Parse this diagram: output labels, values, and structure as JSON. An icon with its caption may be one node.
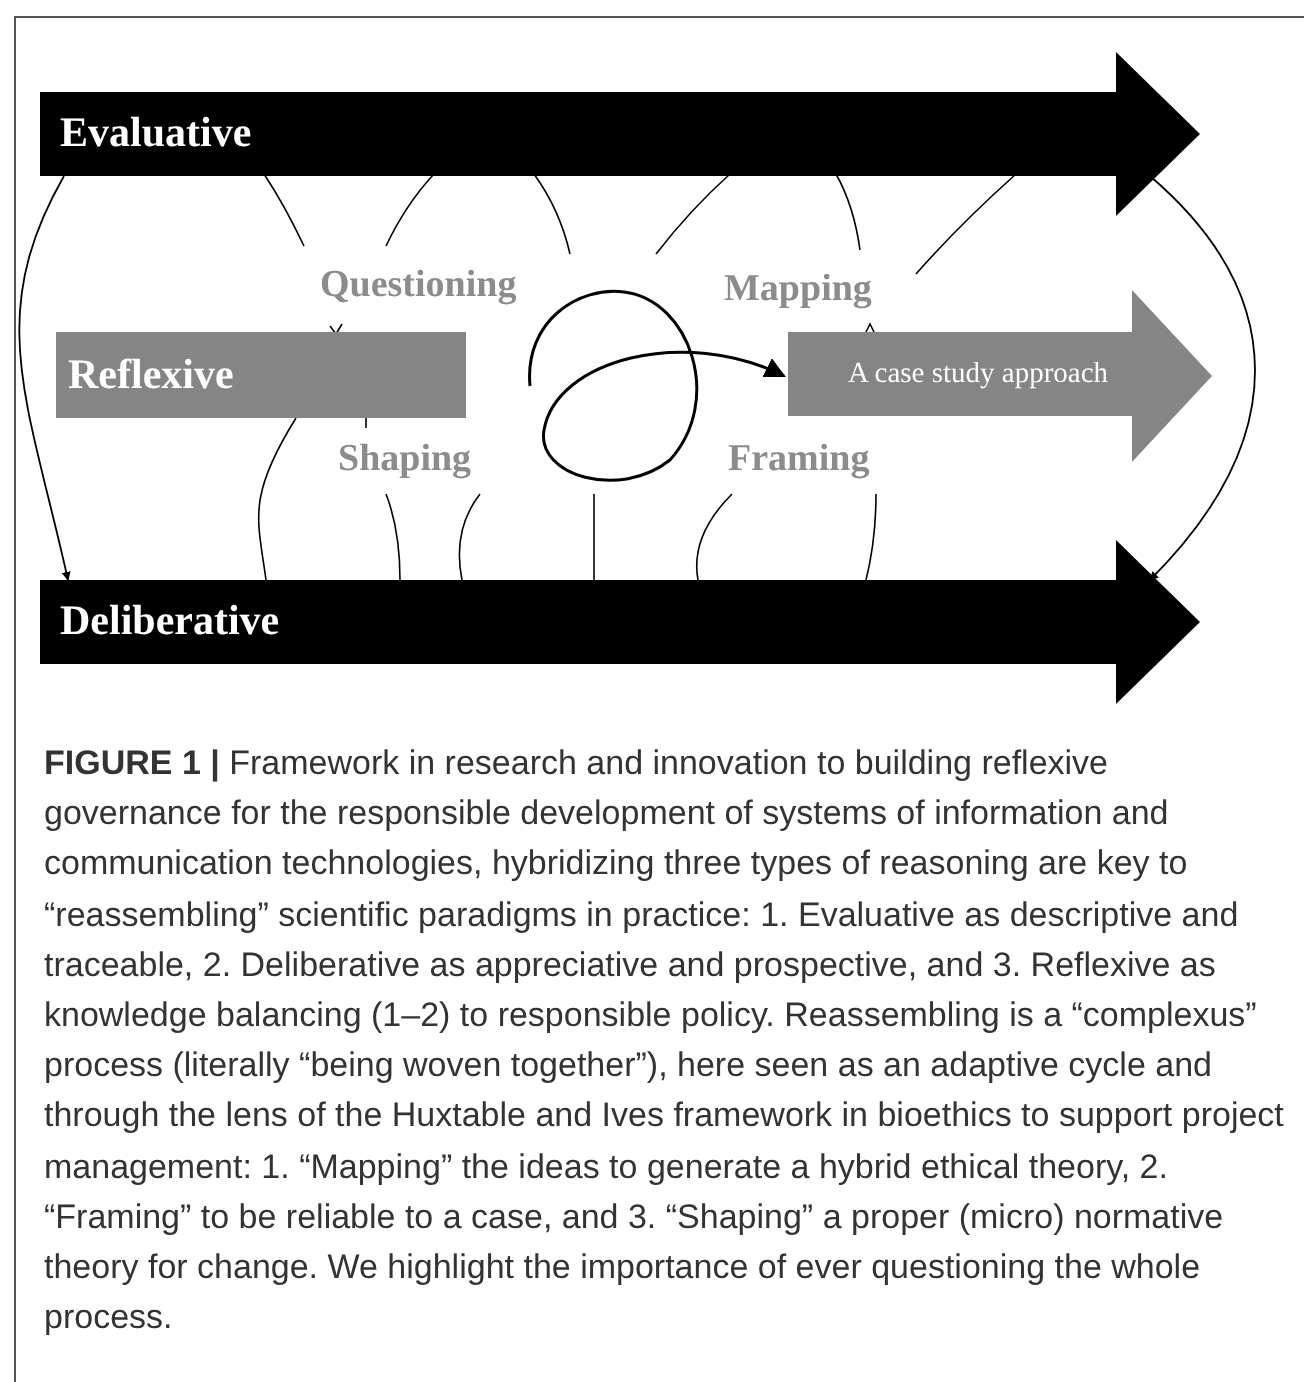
{
  "diagram": {
    "caption": "**FIGURE 1 |** Framework in research and innovation to building reflexive governance for the responsible development of systems of information and communication technologies, hybridizing three types of reasoning are key to “reassembling” scientific paradigms in practice: 1. Evaluative as descriptive and traceable, 2. Deliberative as appreciative and prospective, and 3. Reflexive as knowledge balancing (1–2) to responsible policy. Reassembling is a “complexus” process (literally “being woven together”), here seen as an adaptive cycle and through the lens of the Huxtable and Ives framework in bioethics to support project management: 1. “Mapping” the ideas to generate a hybrid ethical theory, 2. “Framing” to be reliable to a case, and 3. “Shaping” a proper (micro) normative theory for change. We highlight the importance of ever questioning the whole process.",
    "nodes": [
      {
        "text": [
          "Evaluative"
        ]
      },
      {
        "text": [
          "Reflexive"
        ]
      },
      {
        "text": [
          "A case study approach"
        ]
      },
      {
        "text": [
          "Deliberative"
        ]
      }
    ],
    "edges": [
      {
        "from": 0,
        "to": 3,
        "arrow": "to"
      },
      {
        "from": 0,
        "to": 3,
        "arrow": "to"
      },
      {
        "from": null,
        "to": 2,
        "arrow": "to"
      },
      {
        "from": 1,
        "to": 3,
        "arrow": "none"
      }
    ],
    "labels": [
      "Questioning",
      "Mapping",
      "Shaping",
      "Framing"
    ]
  }
}
